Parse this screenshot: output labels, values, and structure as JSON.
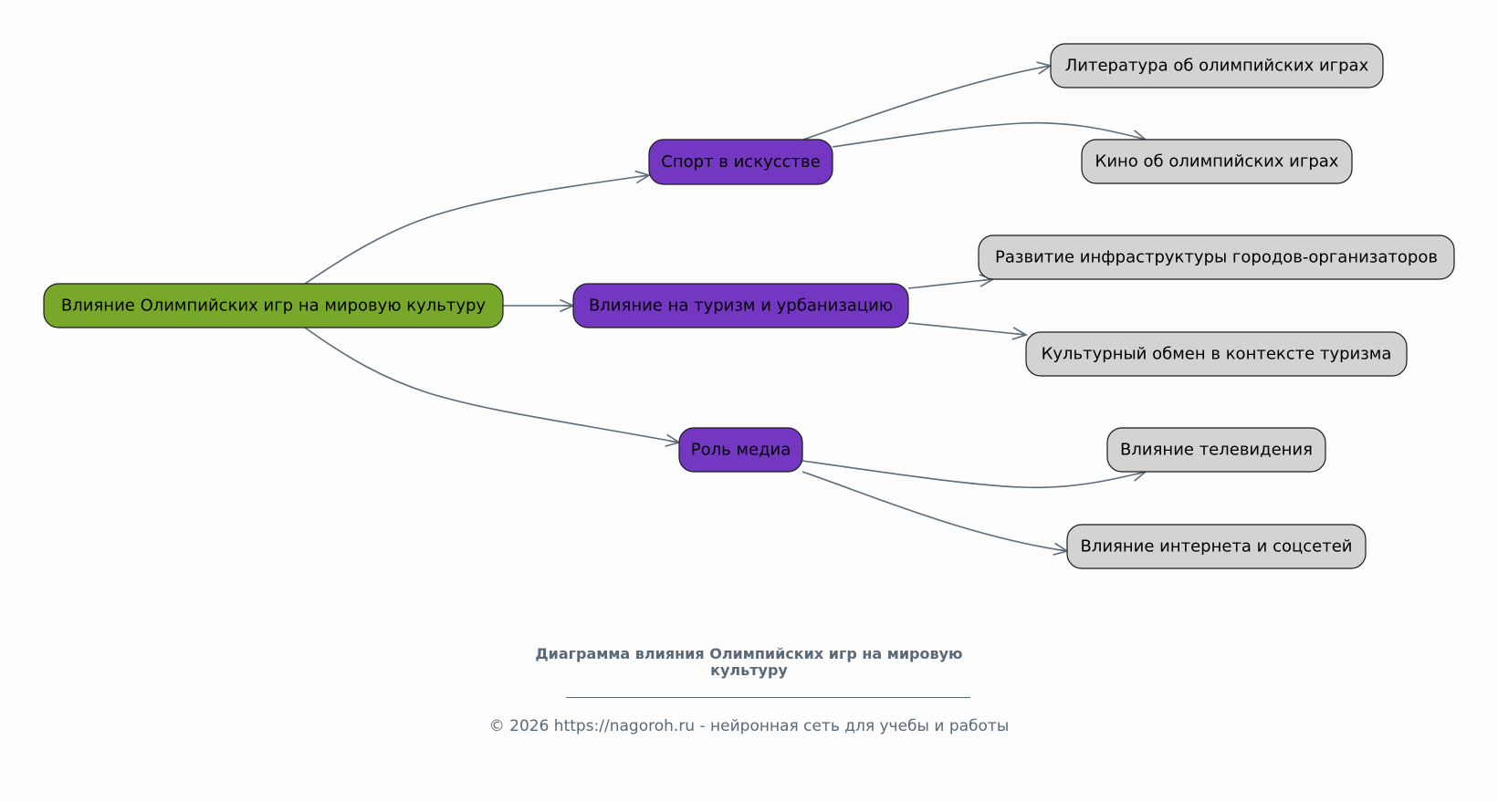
{
  "diagram": {
    "root": {
      "id": "root",
      "label": "Влияние Олимпийских игр на мировую культуру",
      "color": "#78a82a"
    },
    "branches": [
      {
        "id": "b1",
        "label": "Спорт в искусстве",
        "color": "#7437c2",
        "children": [
          {
            "id": "b1c1",
            "label": "Литература об олимпийских играх"
          },
          {
            "id": "b1c2",
            "label": "Кино об олимпийских играх"
          }
        ]
      },
      {
        "id": "b2",
        "label": "Влияние на туризм и урбанизацию",
        "color": "#7437c2",
        "children": [
          {
            "id": "b2c1",
            "label": "Развитие инфраструктуры городов-организаторов"
          },
          {
            "id": "b2c2",
            "label": "Культурный обмен в контексте туризма"
          }
        ]
      },
      {
        "id": "b3",
        "label": "Роль медиа",
        "color": "#7437c2",
        "children": [
          {
            "id": "b3c1",
            "label": "Влияние телевидения"
          },
          {
            "id": "b3c2",
            "label": "Влияние интернета и соцсетей"
          }
        ]
      }
    ],
    "leaf_color": "#d3d3d3",
    "edge_color": "#5c6b7a"
  },
  "footer": {
    "title_line1": "Диаграмма влияния Олимпийских игр на мировую",
    "title_line2": "культуру",
    "copyright": "© 2026 https://nagoroh.ru - нейронная сеть для учебы и работы"
  }
}
